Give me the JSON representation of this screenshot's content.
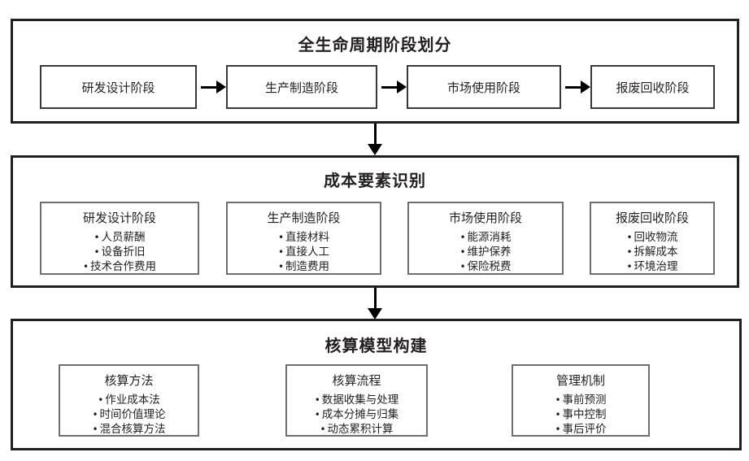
{
  "sections": [
    {
      "title": "全生命周期阶段划分",
      "stages": [
        {
          "label": "研发设计阶段"
        },
        {
          "label": "生产制造阶段"
        },
        {
          "label": "市场使用阶段"
        },
        {
          "label": "报废回收阶段"
        }
      ]
    },
    {
      "title": "成本要素识别",
      "cards": [
        {
          "title": "研发设计阶段",
          "items": [
            "人员薪酬",
            "设备折旧",
            "技术合作费用"
          ]
        },
        {
          "title": "生产制造阶段",
          "items": [
            "直接材料",
            "直接人工",
            "制造费用"
          ]
        },
        {
          "title": "市场使用阶段",
          "items": [
            "能源消耗",
            "维护保养",
            "保险税费"
          ]
        },
        {
          "title": "报废回收阶段",
          "items": [
            "回收物流",
            "拆解成本",
            "环境治理"
          ]
        }
      ]
    },
    {
      "title": "核算模型构建",
      "cards": [
        {
          "title": "核算方法",
          "items": [
            "作业成本法",
            "时间价值理论",
            "混合核算方法"
          ]
        },
        {
          "title": "核算流程",
          "items": [
            "数据收集与处理",
            "成本分摊与归集",
            "动态累积计算"
          ]
        },
        {
          "title": "管理机制",
          "items": [
            "事前预测",
            "事中控制",
            "事后评价"
          ]
        }
      ]
    }
  ],
  "bullet": "•",
  "colors": {
    "panel_border": "#231f20",
    "box_border": "#3a3a3c",
    "card_border": "#6d6e71",
    "arrow": "#000000",
    "text": "#231f20",
    "background": "#ffffff"
  }
}
